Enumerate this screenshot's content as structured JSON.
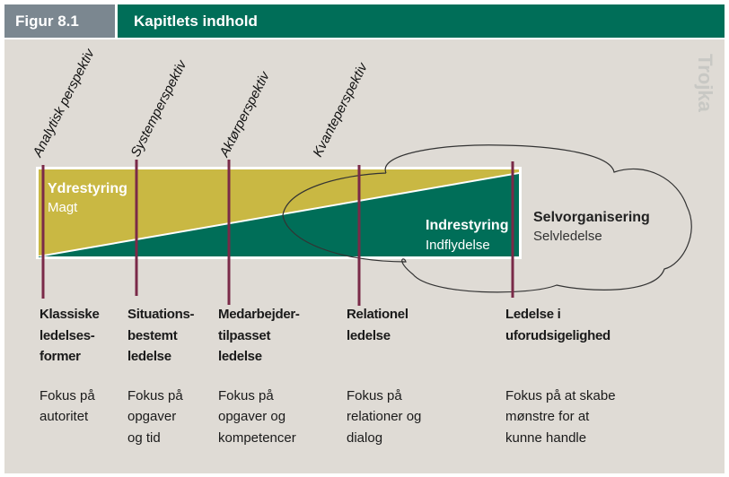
{
  "header": {
    "figure": "Figur 8.1",
    "title": "Kapitlets indhold"
  },
  "watermark": "Trojka",
  "perspectives": [
    "Analytisk perspektiv",
    "Systemperspektiv",
    "Aktørperspektiv",
    "Kvanteperspektiv"
  ],
  "regions": {
    "outer": {
      "title": "Ydrestyring",
      "subtitle": "Magt"
    },
    "inner": {
      "title": "Indrestyring",
      "subtitle": "Indflydelse"
    },
    "self": {
      "title": "Selvorganisering",
      "subtitle": "Selvledelse"
    }
  },
  "columns": [
    {
      "title": [
        "Klassiske",
        "ledelses-",
        "former"
      ],
      "desc": [
        "Fokus på",
        "autoritet"
      ]
    },
    {
      "title": [
        "Situations-",
        "bestemt",
        "ledelse"
      ],
      "desc": [
        "Fokus på",
        "opgaver",
        "og tid"
      ]
    },
    {
      "title": [
        "Medarbejder-",
        "tilpasset",
        "ledelse"
      ],
      "desc": [
        "Fokus på",
        "opgaver og",
        "kompetencer"
      ]
    },
    {
      "title": [
        "Relationel",
        "ledelse"
      ],
      "desc": [
        "Fokus på",
        "relationer og",
        "dialog"
      ]
    },
    {
      "title": [
        "Ledelse i",
        "uforudsigelighed"
      ],
      "desc": [
        "Fokus på at skabe",
        "mønstre for at",
        "kunne handle"
      ]
    }
  ],
  "colors": {
    "green": "#006e58",
    "yellow": "#c9b843",
    "line": "#7a2a48",
    "bg": "#dfdbd5"
  }
}
